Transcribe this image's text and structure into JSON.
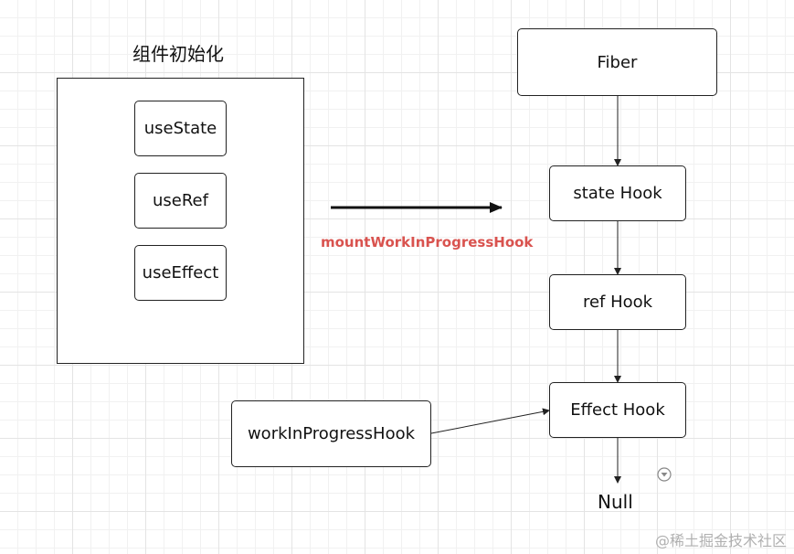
{
  "left_group": {
    "title": "组件初始化",
    "hooks": [
      "useState",
      "useRef",
      "useEffect"
    ]
  },
  "transition_label": "mountWorkInProgressHook",
  "chain": {
    "fiber": "Fiber",
    "state_hook": "state Hook",
    "ref_hook": "ref Hook",
    "effect_hook": "Effect Hook",
    "terminal": "Null"
  },
  "pointer": {
    "label": "workInProgressHook"
  },
  "watermark": "@稀土掘金技术社区",
  "colors": {
    "accent_red": "#d9534f",
    "stroke": "#222222",
    "watermark": "#b0b0b0"
  }
}
